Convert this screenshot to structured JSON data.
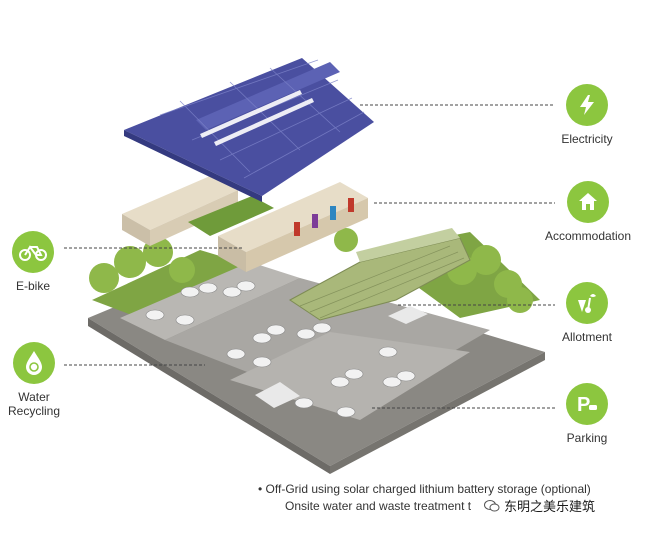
{
  "features": [
    {
      "id": "electricity",
      "label": "Electricity",
      "icon": "lightning-icon"
    },
    {
      "id": "accommodation",
      "label": "Accommodation",
      "icon": "house-icon"
    },
    {
      "id": "allotment",
      "label": "Allotment",
      "icon": "vegetables-icon"
    },
    {
      "id": "parking",
      "label": "Parking",
      "icon": "parking-icon"
    },
    {
      "id": "ebike",
      "label": "E-bike",
      "icon": "bicycle-icon"
    },
    {
      "id": "water",
      "label": "Water Recycling",
      "label_line1": "Water",
      "label_line2": "Recycling",
      "icon": "recycle-drop-icon"
    }
  ],
  "footnote": {
    "line1": "•  Off-Grid using solar charged lithium battery storage (optional)",
    "line2": "Onsite water and waste treatment t"
  },
  "watermark": {
    "text": "东明之美乐建筑",
    "icon": "wechat-icon"
  },
  "colors": {
    "badge": "#8cc63f",
    "solar": "#4a4fa0",
    "ground": "#9c9a96",
    "grass": "#6f9b3a",
    "tree": "#8fb84a"
  }
}
